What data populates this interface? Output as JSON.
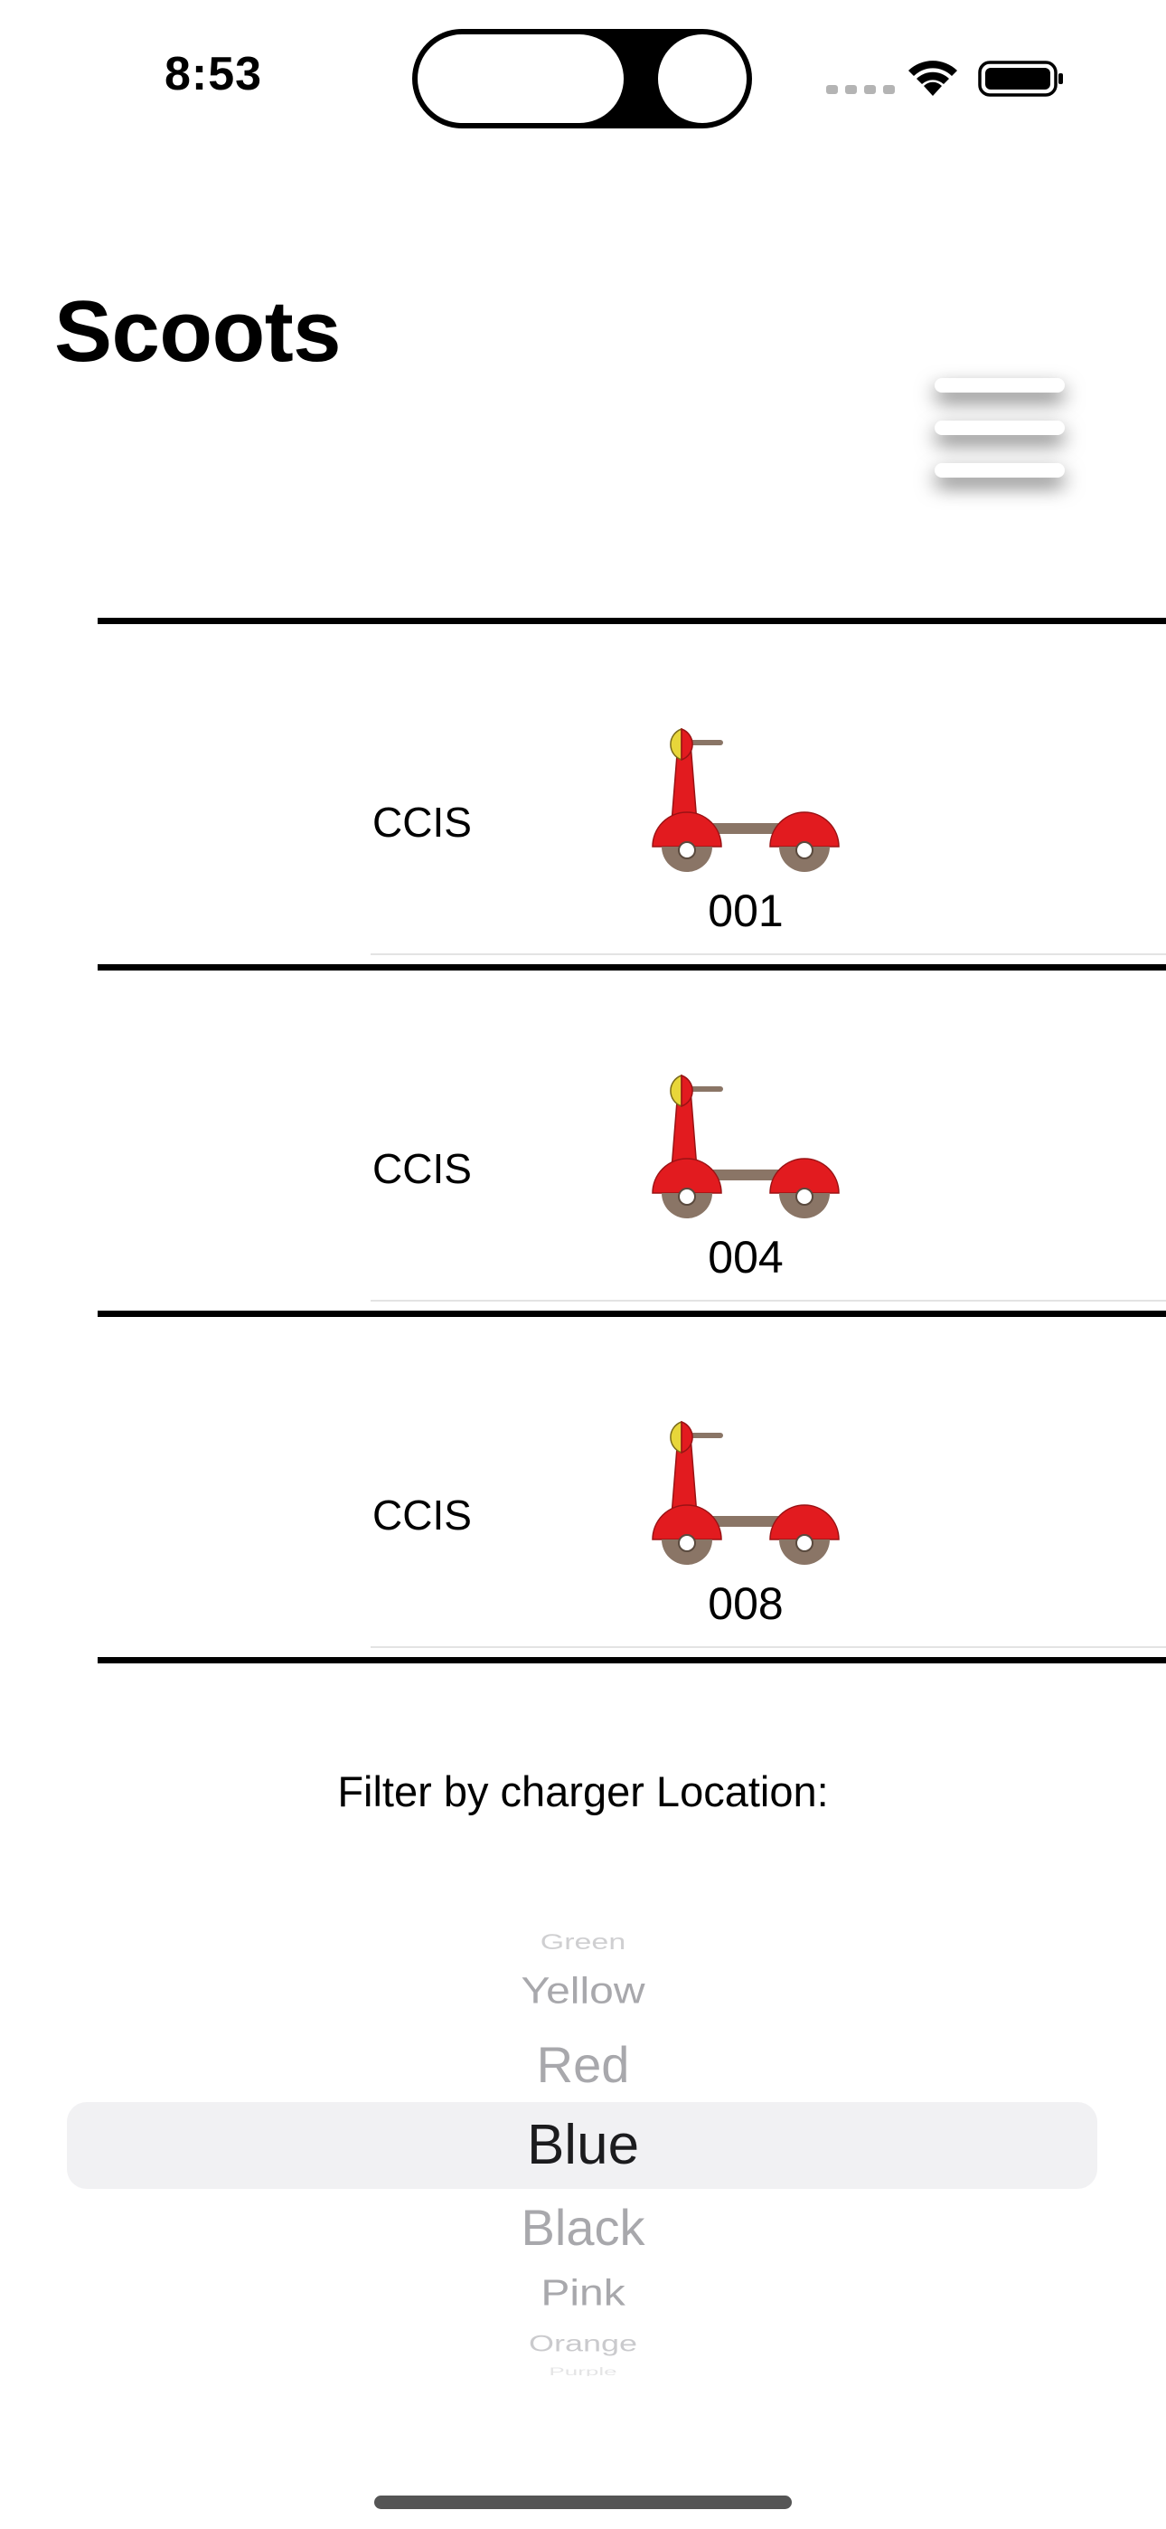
{
  "status_bar": {
    "time": "8:53"
  },
  "header": {
    "title": "Scoots"
  },
  "scooters": [
    {
      "location": "CCIS",
      "id": "001"
    },
    {
      "location": "CCIS",
      "id": "004"
    },
    {
      "location": "CCIS",
      "id": "008"
    }
  ],
  "filter": {
    "label": "Filter by charger Location:",
    "options": [
      "Green",
      "Yellow",
      "Red",
      "Blue",
      "Black",
      "Pink",
      "Orange",
      "Purple"
    ],
    "selected": "Blue"
  },
  "icons": {
    "scooter": "scooter-icon",
    "menu": "hamburger-menu-icon"
  },
  "colors": {
    "scooter_body": "#e21b1f",
    "scooter_wheel": "#8a7566",
    "headlight": "#e8d63a"
  }
}
